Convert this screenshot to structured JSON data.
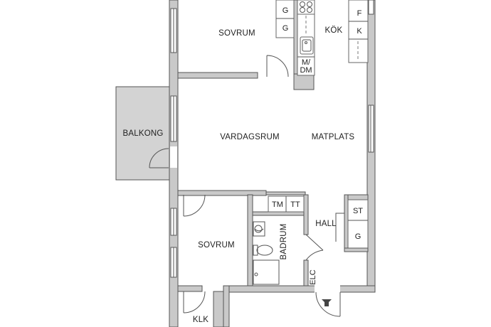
{
  "rooms": {
    "sovrum_top": "SOVRUM",
    "kok": "KÖK",
    "balkong": "BALKONG",
    "vardagsrum": "VARDAGSRUM",
    "matplats": "MATPLATS",
    "sovrum_bottom": "SOVRUM",
    "badrum": "BADRUM",
    "hall": "HALL",
    "klk": "KLK"
  },
  "fixtures": {
    "g1": "G",
    "g2": "G",
    "f": "F",
    "k": "K",
    "m": "M/",
    "dm": "DM",
    "tm": "TM",
    "tt": "TT",
    "st": "ST",
    "g3": "G",
    "elc": "ELC"
  },
  "colors": {
    "wall": "#c9c9c9",
    "balcony": "#d3d3d3",
    "line": "#555555"
  }
}
